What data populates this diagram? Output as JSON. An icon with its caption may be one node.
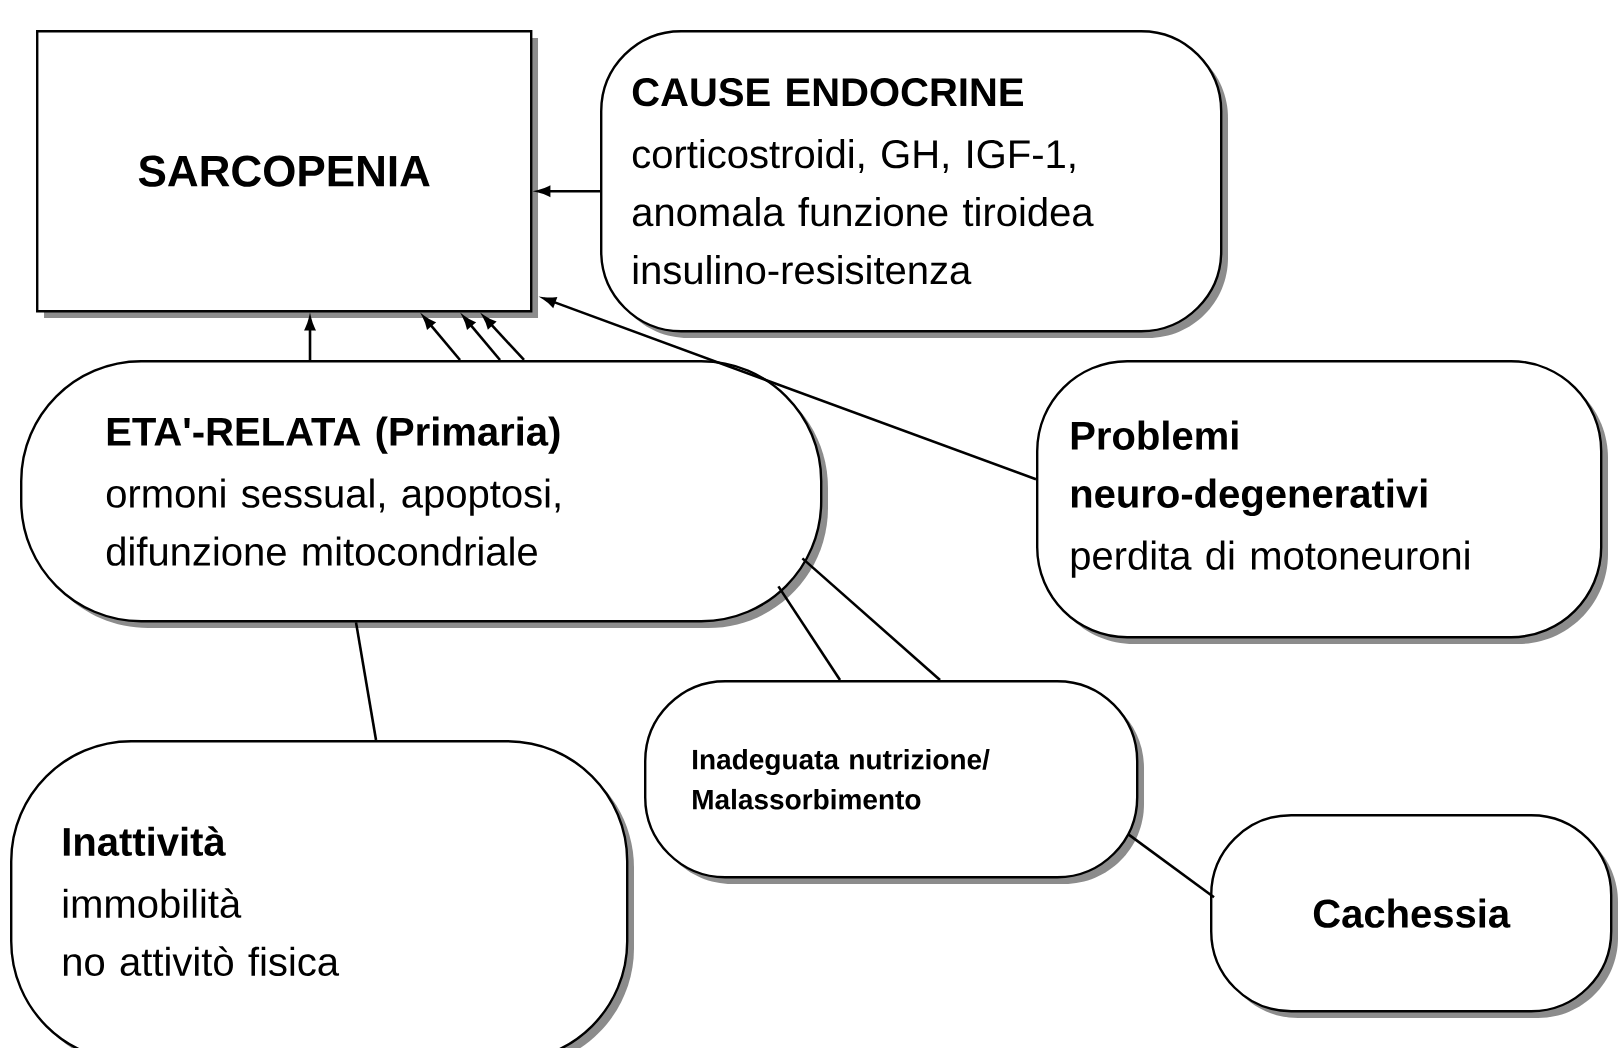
{
  "diagram": {
    "nodes": [
      {
        "text": [
          "SARCOPENIA"
        ]
      },
      {
        "text": [
          "CAUSE ENDOCRINE",
          "corticostroidi, GH, IGF-1, anomala funzione tiroidea insulino-resisitenza"
        ]
      },
      {
        "text": [
          "ETA'-RELATA (Primaria)",
          "ormoni sessual, apoptosi, difunzione mitocondriale"
        ]
      },
      {
        "text": [
          "Problemi neuro-degenerativi",
          "perdita di motoneuroni"
        ]
      },
      {
        "text": [
          "Inadeguata nutrizione/ Malassorbimento"
        ]
      },
      {
        "text": [
          "Inattività",
          "immobilità",
          "no attivitò fisica"
        ]
      },
      {
        "text": [
          "Cachessia"
        ]
      }
    ],
    "edges": [
      {
        "from": 1,
        "to": 0,
        "arrow": "to"
      },
      {
        "from": 3,
        "to": 0,
        "arrow": "to"
      },
      {
        "from": 2,
        "to": 0,
        "arrow": "to"
      },
      {
        "from": 2,
        "to": 0,
        "arrow": "to"
      },
      {
        "from": 2,
        "to": 0,
        "arrow": "to"
      },
      {
        "from": 2,
        "to": 0,
        "arrow": "to"
      },
      {
        "from": 4,
        "to": 2,
        "arrow": "none"
      },
      {
        "from": 4,
        "to": 2,
        "arrow": "none"
      },
      {
        "from": 5,
        "to": 2,
        "arrow": "none"
      },
      {
        "from": 6,
        "to": 4,
        "arrow": "none"
      }
    ]
  }
}
